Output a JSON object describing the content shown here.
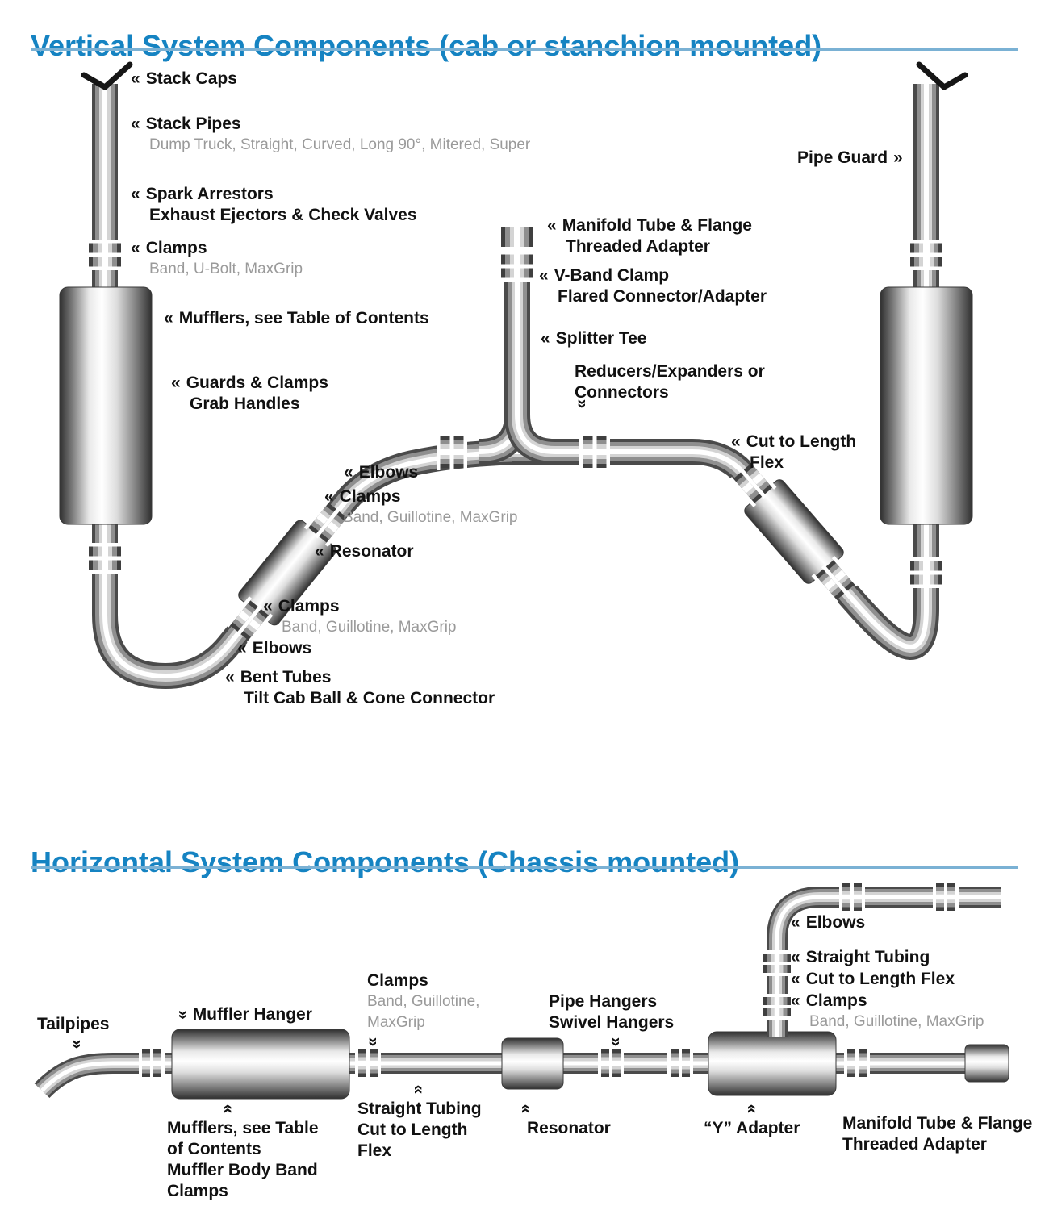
{
  "icons": {
    "chevron_left": "«",
    "chevron_right": "»"
  },
  "colors": {
    "accent": "#1583c2",
    "rule": "#7ab1d4",
    "subtext": "#9a9a9a",
    "text": "#111111"
  },
  "vertical": {
    "title": "Vertical System Components (cab or stanchion mounted)",
    "labels": {
      "stack_caps": {
        "l1": "Stack Caps"
      },
      "stack_pipes": {
        "l1": "Stack Pipes",
        "sub": "Dump Truck, Straight, Curved, Long 90°, Mitered, Super"
      },
      "pipe_guard": {
        "l1": "Pipe Guard"
      },
      "spark_arrestors": {
        "l1": "Spark Arrestors",
        "l2": "Exhaust Ejectors & Check Valves"
      },
      "clamps_upper_left": {
        "l1": "Clamps",
        "sub": "Band, U-Bolt, MaxGrip"
      },
      "manifold": {
        "l1": "Manifold Tube & Flange",
        "l2": "Threaded Adapter"
      },
      "v_band": {
        "l1": "V-Band Clamp",
        "l2": "Flared Connector/Adapter"
      },
      "mufflers": {
        "l1": "Mufflers, see Table of Contents"
      },
      "splitter_tee": {
        "l1": "Splitter Tee"
      },
      "reducers": {
        "l1": "Reducers/Expanders or",
        "l2": "Connectors"
      },
      "guards": {
        "l1": "Guards & Clamps",
        "l2": "Grab Handles"
      },
      "cut_flex": {
        "l1": "Cut to Length",
        "l2": "Flex"
      },
      "elbows_upper": {
        "l1": "Elbows"
      },
      "clamps_mid": {
        "l1": "Clamps",
        "sub": "Band, Guillotine, MaxGrip"
      },
      "resonator": {
        "l1": "Resonator"
      },
      "clamps_lower": {
        "l1": "Clamps",
        "sub": "Band, Guillotine, MaxGrip"
      },
      "elbows_lower": {
        "l1": "Elbows"
      },
      "bent_tubes": {
        "l1": "Bent Tubes",
        "l2": "Tilt Cab Ball & Cone Connector"
      }
    }
  },
  "horizontal": {
    "title": "Horizontal System Components (Chassis mounted)",
    "labels": {
      "tailpipes": {
        "l1": "Tailpipes"
      },
      "muffler_hanger": {
        "l1": "Muffler Hanger"
      },
      "clamps_top": {
        "l1": "Clamps",
        "sub1": "Band, Guillotine,",
        "sub2": "MaxGrip"
      },
      "pipe_hangers": {
        "l1": "Pipe Hangers",
        "l2": "Swivel Hangers"
      },
      "elbows": {
        "l1": "Elbows"
      },
      "straight_tubing": {
        "l1": "Straight Tubing"
      },
      "cut_to_length_flex": {
        "l1": "Cut to Length Flex"
      },
      "clamps_right": {
        "l1": "Clamps",
        "sub": "Band, Guillotine, MaxGrip"
      },
      "mufflers_note": {
        "l1": "Mufflers, see Table",
        "l2": "of Contents",
        "l3": "Muffler Body Band",
        "l4": "Clamps"
      },
      "straight_note": {
        "l1": "Straight Tubing",
        "l2": "Cut to Length",
        "l3": "Flex"
      },
      "resonator": {
        "l1": "Resonator"
      },
      "y_adapter": {
        "l1": "“Y” Adapter"
      },
      "manifold": {
        "l1": "Manifold Tube & Flange",
        "l2": "Threaded Adapter"
      }
    }
  }
}
